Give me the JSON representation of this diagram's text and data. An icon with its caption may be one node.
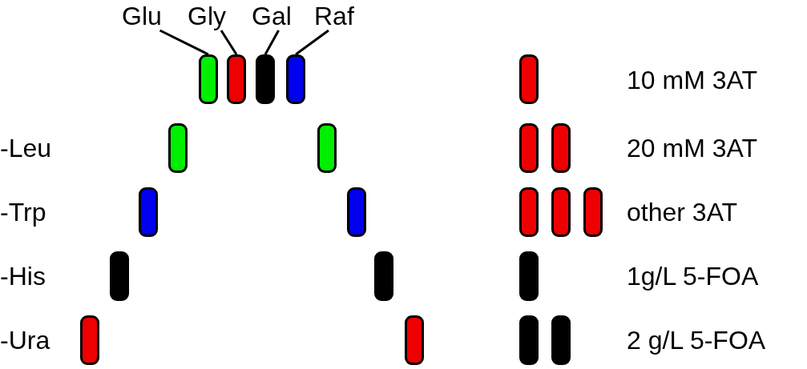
{
  "diagram": {
    "nodes": [
      {
        "text": [
          "Glu"
        ]
      },
      {
        "text": [
          "Gly"
        ]
      },
      {
        "text": [
          "Gal"
        ]
      },
      {
        "text": [
          "Raf"
        ]
      },
      {
        "text": [],
        "shape": "box"
      },
      {
        "text": [],
        "shape": "box"
      },
      {
        "text": [],
        "shape": "box"
      },
      {
        "text": [],
        "shape": "box"
      },
      {
        "text": [],
        "shape": "box"
      },
      {
        "text": [],
        "shape": "box"
      },
      {
        "text": [],
        "shape": "box"
      },
      {
        "text": [],
        "shape": "box"
      },
      {
        "text": [],
        "shape": "box"
      },
      {
        "text": [],
        "shape": "box"
      },
      {
        "text": [],
        "shape": "box"
      },
      {
        "text": [],
        "shape": "box"
      },
      {
        "text": [],
        "shape": "box"
      },
      {
        "text": [],
        "shape": "box"
      },
      {
        "text": [],
        "shape": "box"
      },
      {
        "text": [],
        "shape": "box"
      },
      {
        "text": [],
        "shape": "box"
      },
      {
        "text": [],
        "shape": "box"
      },
      {
        "text": [],
        "shape": "box"
      },
      {
        "text": [],
        "shape": "box"
      },
      {
        "text": [],
        "shape": "box"
      }
    ],
    "edges": [
      {
        "from": 0,
        "to": 4,
        "arrow": "none"
      },
      {
        "from": 1,
        "to": 5,
        "arrow": "none"
      },
      {
        "from": 2,
        "to": 6,
        "arrow": "none"
      },
      {
        "from": 3,
        "to": 7,
        "arrow": "none"
      }
    ],
    "labels": [
      "10 mM 3AT",
      "-Leu",
      "20 mM 3AT",
      "-Trp",
      "other 3AT",
      "-His",
      "1g/L 5-FOA",
      "-Ura",
      "2 g/L 5-FOA"
    ]
  }
}
